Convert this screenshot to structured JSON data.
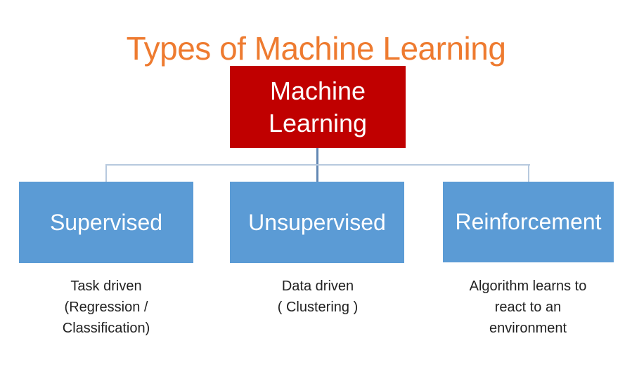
{
  "title": {
    "text": "Types of Machine Learning",
    "color": "#EE7B30"
  },
  "root_node": {
    "label": "Machine\nLearning",
    "bg_color": "#C00000",
    "text_color": "#FFFFFF"
  },
  "branches": [
    {
      "label": "Supervised",
      "description": "Task driven\n(Regression /\nClassification)"
    },
    {
      "label": "Unsupervised",
      "description": "Data driven\n( Clustering )"
    },
    {
      "label": "Reinforcement",
      "description": "Algorithm learns to\nreact to an\nenvironment"
    }
  ],
  "colors": {
    "branch_bg": "#5B9BD5",
    "branch_text": "#FFFFFF",
    "connector_light": "#B7C9DE",
    "connector_dark": "#6288B4",
    "description_text": "#212121",
    "background": "#FFFFFF"
  }
}
